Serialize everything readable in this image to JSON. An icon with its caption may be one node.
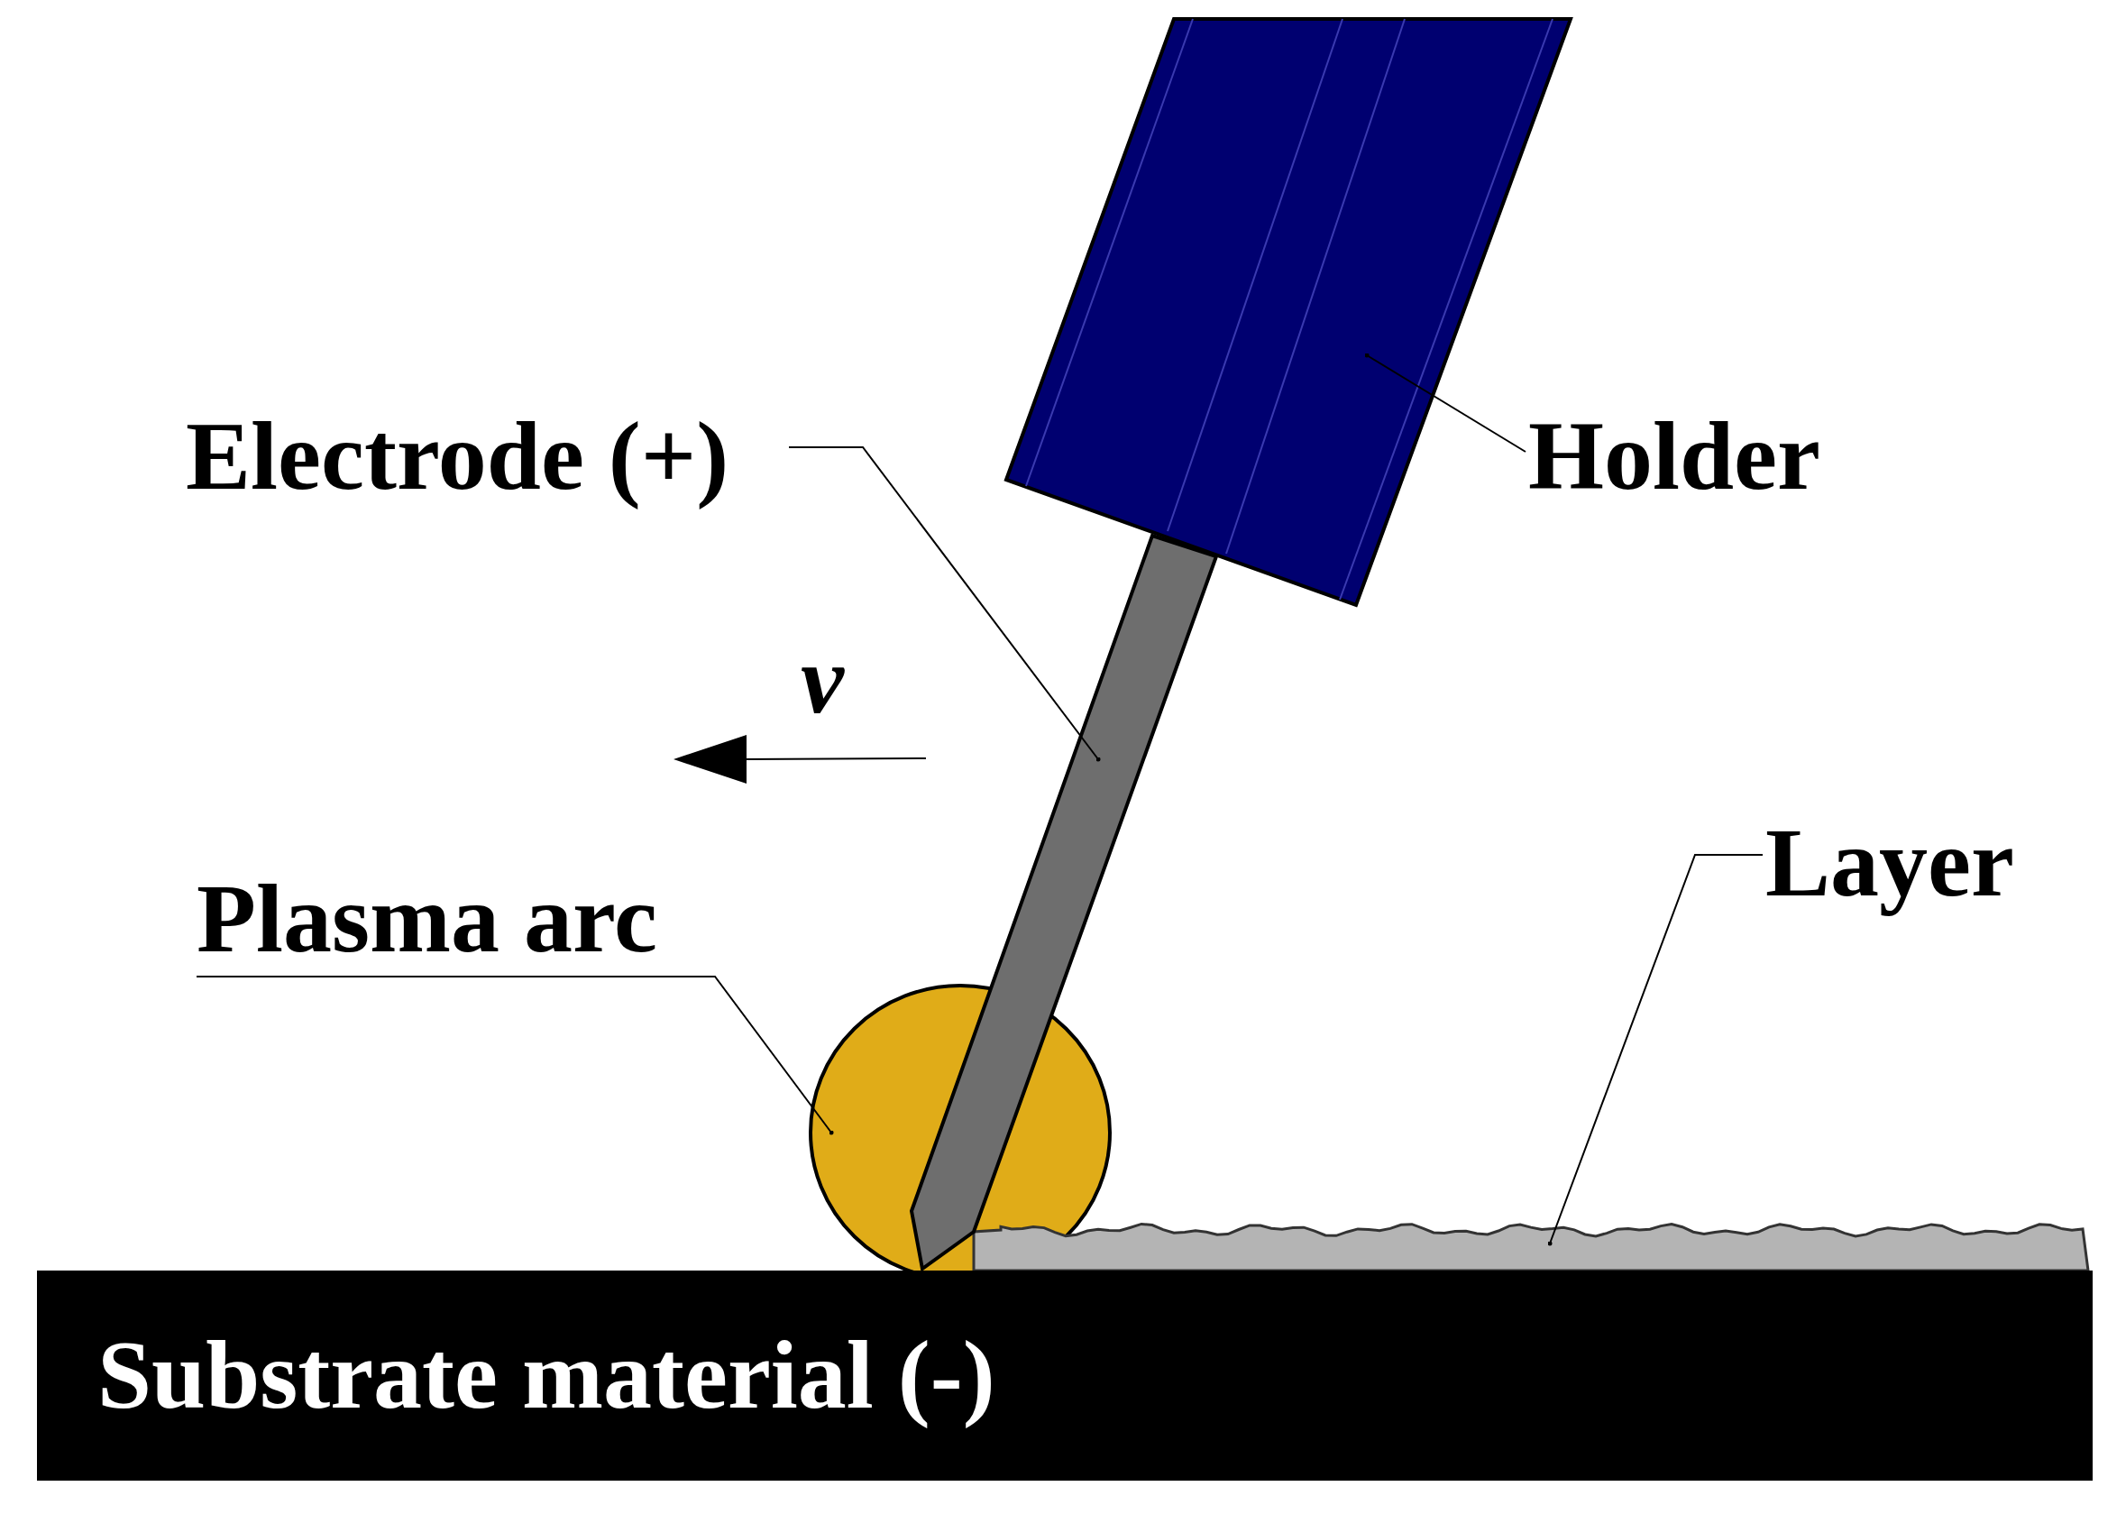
{
  "diagram": {
    "nodes": [
      {
        "text": [
          "Electrode (+)"
        ]
      },
      {
        "text": [
          "Holder"
        ]
      },
      {
        "text": [
          "Layer"
        ]
      },
      {
        "text": [
          "Plasma arc"
        ]
      },
      {
        "text": [
          "Substrate material (-)"
        ]
      },
      {
        "text": [],
        "shape": "box"
      },
      {
        "text": [],
        "shape": "bar"
      },
      {
        "text": [],
        "shape": "circle"
      },
      {
        "text": [],
        "shape": "bar"
      }
    ],
    "edges": [
      {
        "from": 0,
        "to": 6,
        "arrow": "other"
      },
      {
        "from": 1,
        "to": 5,
        "arrow": "other"
      },
      {
        "from": 2,
        "to": 8,
        "arrow": "other"
      },
      {
        "from": 3,
        "to": 7,
        "arrow": "other"
      }
    ],
    "labels": [
      "v"
    ]
  }
}
